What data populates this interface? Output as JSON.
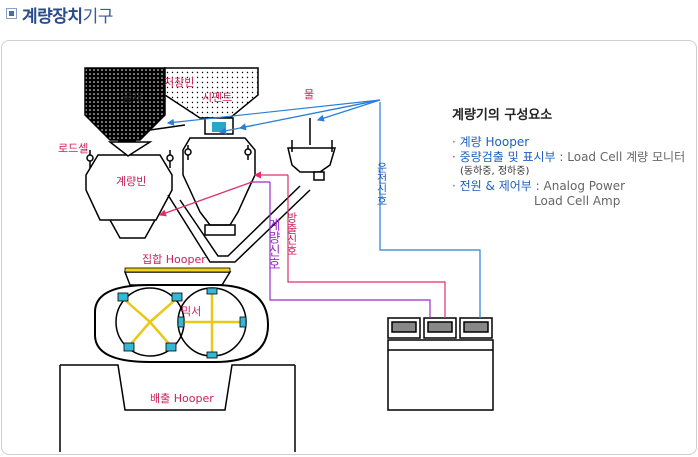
{
  "header": {
    "title_bold": "계량장치",
    "title_light": "기구"
  },
  "labels": {
    "aggregate": "골재",
    "storage_bin": "저장빈",
    "cement": "시멘트",
    "water": "물",
    "load_cell": "로드셀",
    "weigh_bin": "계량빈",
    "collect_hopper": "집합 Hooper",
    "mixer": "믹서",
    "discharge_hopper": "배출 Hooper",
    "weigh_signal": "계량신호",
    "discharge_signal": "방출신호",
    "operation_signal": "운전신호"
  },
  "info": {
    "title": "계량기의 구성요소",
    "items": [
      {
        "bullet": "· ",
        "key": "계량 Hooper",
        "value": ""
      },
      {
        "bullet": "· ",
        "key": "중량검출 및 표시부",
        "value": " : Load Cell 계량 모니터"
      },
      {
        "bullet": "· ",
        "key": "전원 & 제어부",
        "value": " : Analog Power"
      }
    ],
    "sub": "(동하중, 정하중)",
    "extra": "Load Cell Amp"
  },
  "colors": {
    "accent": "#1f5fbf",
    "label": "#c8205a",
    "signal_purple": "#9b2fc8",
    "signal_blue": "#2a7fd6",
    "arrow_red": "#e0306a"
  }
}
